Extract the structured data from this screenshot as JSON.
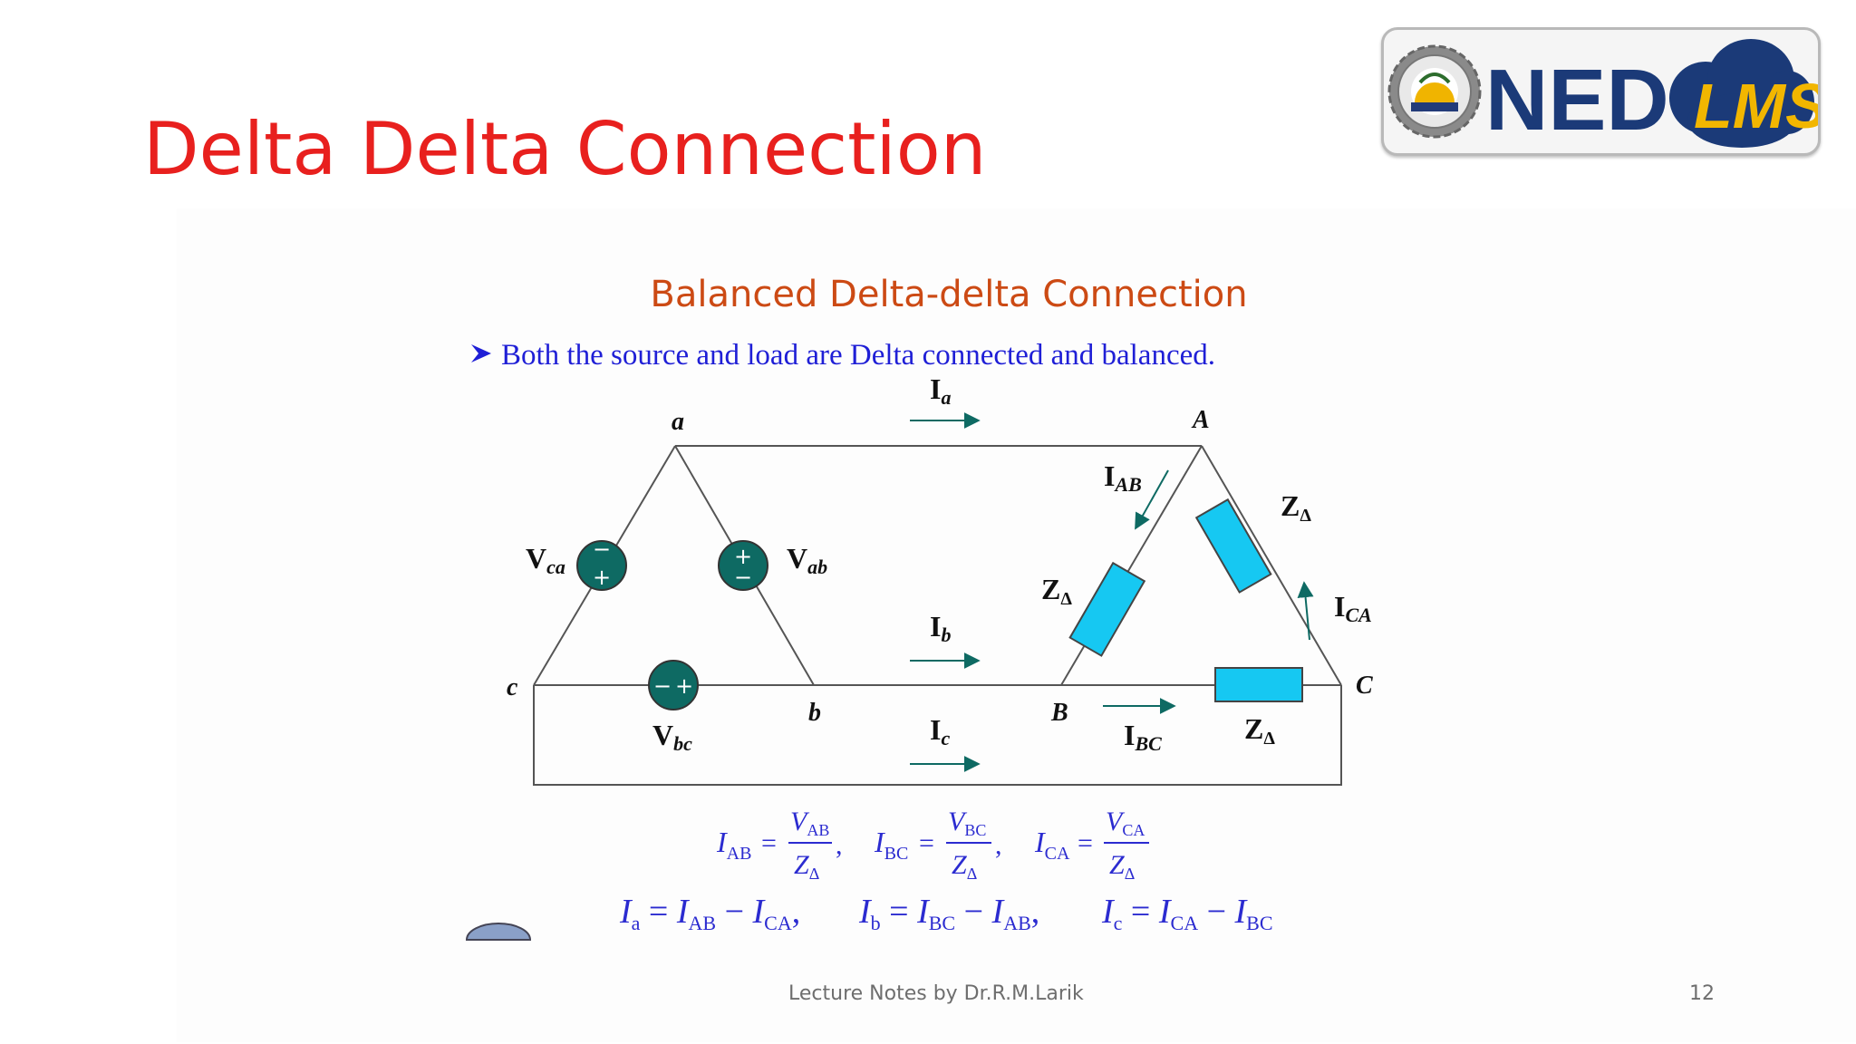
{
  "slide": {
    "title": "Delta Delta Connection",
    "footer": "Lecture Notes by Dr.R.M.Larik",
    "page_number": "12"
  },
  "logo": {
    "text_primary": "NED",
    "text_secondary": "LMS"
  },
  "figure": {
    "heading": "Balanced Delta-delta Connection",
    "bullet": "Both the source and load are Delta connected and balanced.",
    "nodes": {
      "a": "a",
      "b": "b",
      "c": "c",
      "A": "A",
      "B": "B",
      "C": "C"
    },
    "currents": {
      "Ia": {
        "main": "I",
        "sub": "a"
      },
      "Ib": {
        "main": "I",
        "sub": "b"
      },
      "Ic": {
        "main": "I",
        "sub": "c"
      },
      "IAB": {
        "main": "I",
        "sub": "AB"
      },
      "IBC": {
        "main": "I",
        "sub": "BC"
      },
      "ICA": {
        "main": "I",
        "sub": "CA"
      }
    },
    "sources": {
      "Vab": {
        "main": "V",
        "sub": "ab"
      },
      "Vbc": {
        "main": "V",
        "sub": "bc"
      },
      "Vca": {
        "main": "V",
        "sub": "ca"
      }
    },
    "impedance": {
      "main": "Z",
      "sub": "Δ"
    },
    "equation1": {
      "IAB": {
        "lhs": "I",
        "lhs_sub": "AB",
        "num": "V",
        "num_sub": "AB",
        "den": "Z",
        "den_sub": "Δ"
      },
      "IBC": {
        "lhs": "I",
        "lhs_sub": "BC",
        "num": "V",
        "num_sub": "BC",
        "den": "Z",
        "den_sub": "Δ"
      },
      "ICA": {
        "lhs": "I",
        "lhs_sub": "CA",
        "num": "V",
        "num_sub": "CA",
        "den": "Z",
        "den_sub": "Δ"
      }
    },
    "equation2": {
      "Ia": {
        "lhs_sub": "a",
        "t1": "AB",
        "t2": "CA"
      },
      "Ib": {
        "lhs_sub": "b",
        "t1": "BC",
        "t2": "AB"
      },
      "Ic": {
        "lhs_sub": "c",
        "t1": "CA",
        "t2": "BC"
      }
    },
    "colors": {
      "heading": "#cc4a14",
      "bullet_text": "#1f1fd6",
      "equations": "#2b2bd0",
      "arrows": "#0e6a63",
      "impedance_fill": "#16c8f2",
      "source_fill": "#0e6a63",
      "wire": "#555555"
    }
  }
}
